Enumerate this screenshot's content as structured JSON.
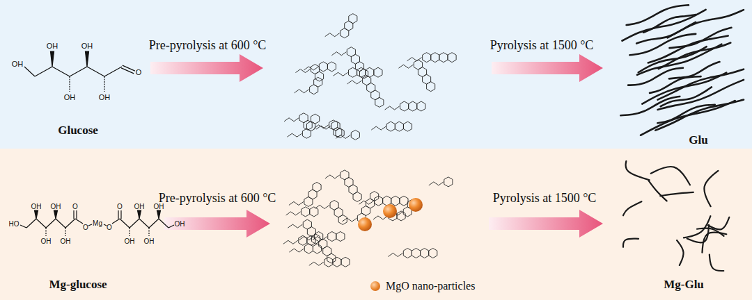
{
  "diagram": {
    "labels": [
      "Pre-pyrolysis at 600 °C",
      "Pyrolysis at 1500 °C",
      "Glu",
      "Glucose",
      "OH",
      "OH",
      "OH",
      "OH",
      "OH",
      "O",
      "Pre-pyrolysis at 600 °C",
      "Pyrolysis at 1500 °C",
      "Mg-glucose",
      "Mg-Glu",
      "HO",
      "OH",
      "OH",
      "OH",
      "OH",
      "O",
      "O",
      "Mg",
      "O",
      "O",
      "OH",
      "OH",
      "OH",
      "OH",
      "OH"
    ],
    "legend": [
      {
        "text": "MgO nano-particles",
        "color": "#e8822a"
      }
    ]
  }
}
